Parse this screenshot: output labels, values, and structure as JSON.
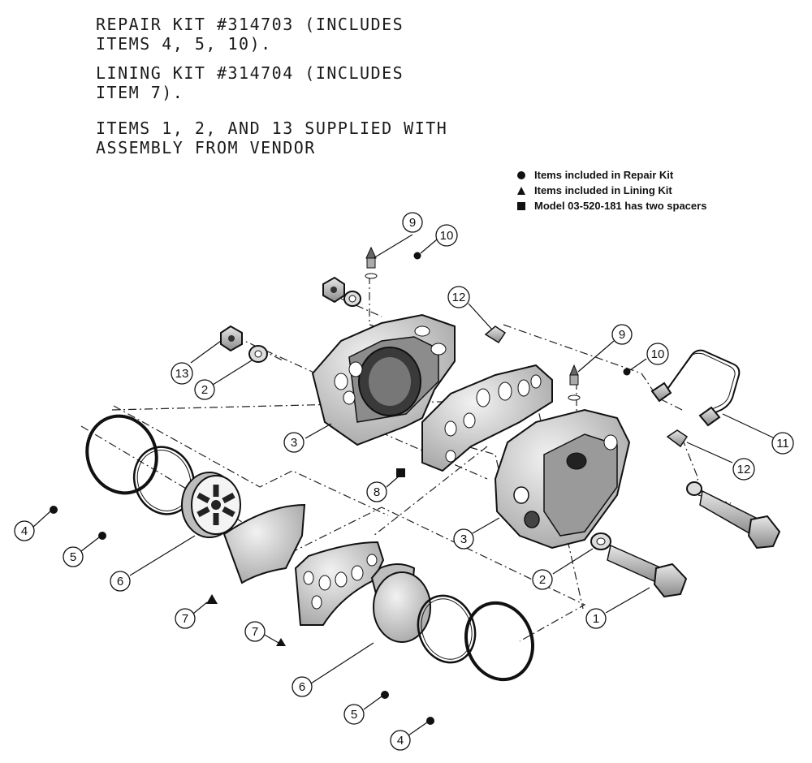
{
  "notes": [
    "REPAIR KIT #314703  (INCLUDES\nITEMS 4, 5, 10).",
    "LINING KIT #314704  (INCLUDES\nITEM 7).",
    "ITEMS 1, 2, AND 13 SUPPLIED WITH\nASSEMBLY FROM VENDOR"
  ],
  "legend": [
    {
      "symbol": "circle",
      "text": "Items included in Repair Kit"
    },
    {
      "symbol": "triangle",
      "text": "Items included in Lining Kit"
    },
    {
      "symbol": "square",
      "text": "Model 03-520-181 has two spacers"
    }
  ],
  "callouts": {
    "c9a": "9",
    "c10a": "10",
    "c12a": "12",
    "c13": "13",
    "c2a": "2",
    "c3a": "3",
    "c9b": "9",
    "c10b": "10",
    "c11": "11",
    "c12b": "12",
    "c8": "8",
    "c3b": "3",
    "c2b": "2",
    "c1": "1",
    "c4a": "4",
    "c5a": "5",
    "c6a": "6",
    "c7a": "7",
    "c7b": "7",
    "c6b": "6",
    "c5b": "5",
    "c4b": "4"
  },
  "colors": {
    "ink": "#111111",
    "part_fill": "#cfcfcf",
    "part_dark": "#555555"
  }
}
